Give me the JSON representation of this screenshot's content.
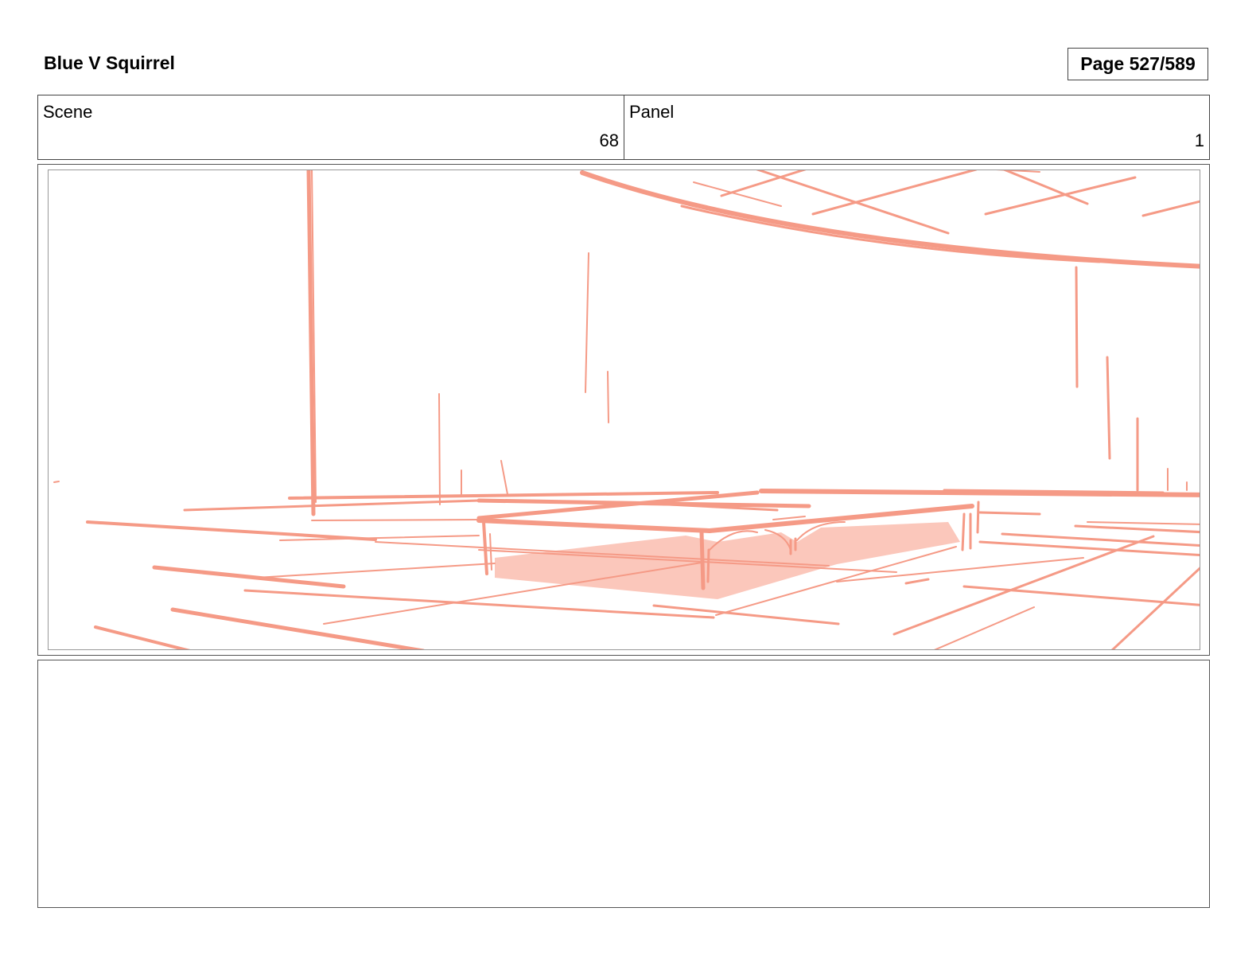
{
  "header": {
    "project_title": "Blue V Squirrel",
    "page_label": "Page 527/589"
  },
  "info": {
    "scene_label": "Scene",
    "scene_value": "68",
    "panel_label": "Panel",
    "panel_value": "1"
  },
  "sketch": {
    "stroke_color": "#f59a86",
    "fill_color": "#fbc7bb"
  },
  "notes": {
    "text": ""
  }
}
